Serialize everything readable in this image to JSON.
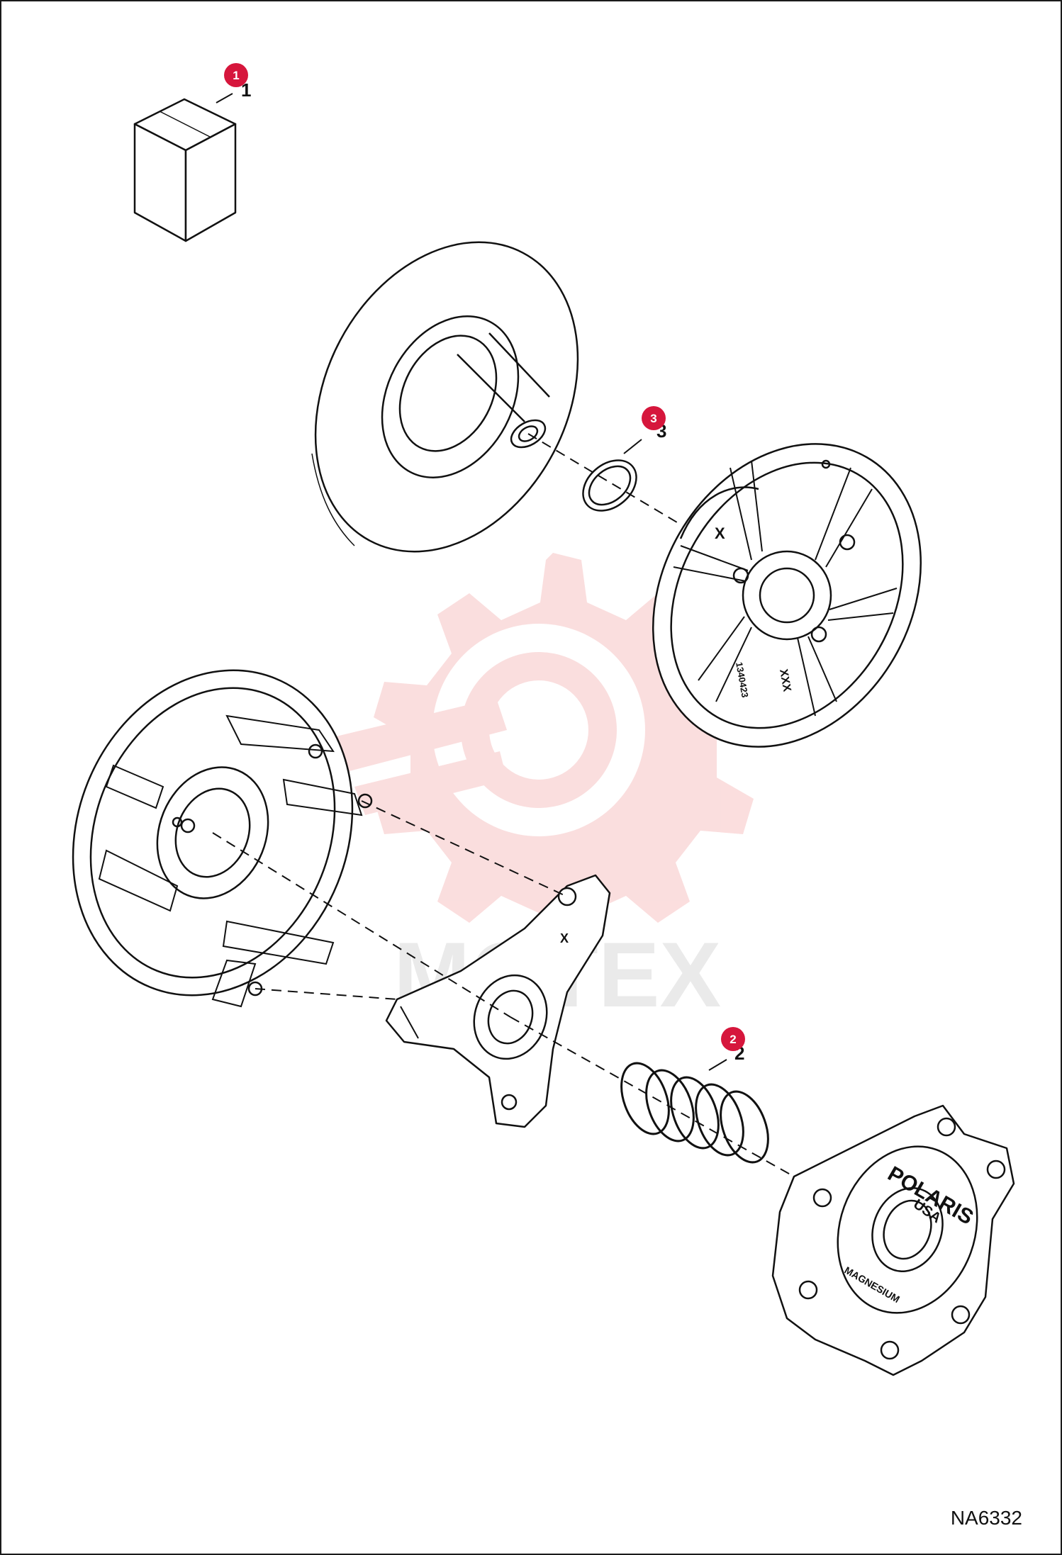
{
  "diagram": {
    "drawing_number": "NA6332",
    "watermark_text": "MOTEX",
    "callouts": [
      {
        "number": "1",
        "label": "1"
      },
      {
        "number": "2",
        "label": "2"
      },
      {
        "number": "3",
        "label": "3"
      }
    ],
    "part_markings": {
      "cover_brand": "POLARIS",
      "cover_country": "USA",
      "cover_material": "MAGNESIUM",
      "spider_code": "1340423",
      "spider_mark": "XXX",
      "x_mark": "X"
    }
  },
  "colors": {
    "callout_red": "#d6163c",
    "line": "#111111",
    "watermark": "#f4b9b9"
  }
}
